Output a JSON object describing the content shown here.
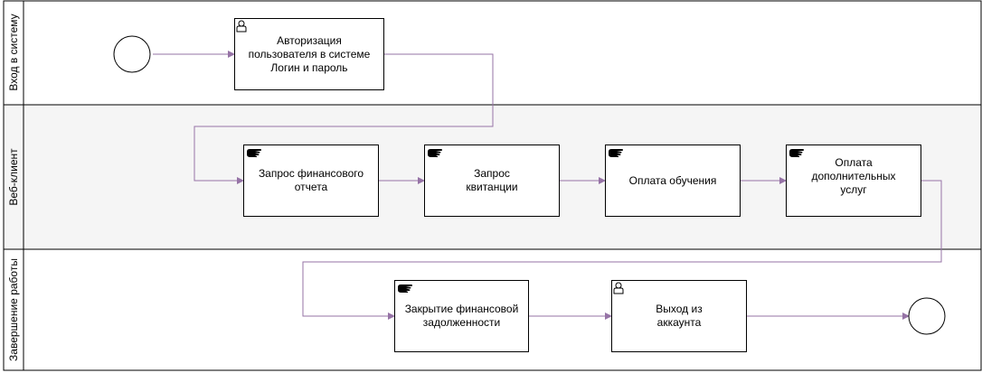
{
  "diagram": {
    "lanes": [
      {
        "id": "lane1",
        "label": "Вход  в систему"
      },
      {
        "id": "lane2",
        "label": "Веб-клиент"
      },
      {
        "id": "lane3",
        "label": "Завершение работы"
      }
    ],
    "tasks": [
      {
        "id": "t1",
        "label": "Авторизация\nпользователя в системе\nЛогин и пароль",
        "icon": "user-icon"
      },
      {
        "id": "t2",
        "label": "Запрос финансового\nотчета",
        "icon": "hand-icon"
      },
      {
        "id": "t3",
        "label": "Запрос\nквитанции",
        "icon": "hand-icon"
      },
      {
        "id": "t4",
        "label": "Оплата обучения",
        "icon": "hand-icon"
      },
      {
        "id": "t5",
        "label": "Оплата дополнительных\nуслуг",
        "icon": "hand-icon"
      },
      {
        "id": "t6",
        "label": "Закрытие финансовой\nзадолженности",
        "icon": "hand-icon"
      },
      {
        "id": "t7",
        "label": "Выход из\nаккаунта",
        "icon": "user-icon"
      }
    ],
    "events": [
      {
        "id": "start",
        "type": "start"
      },
      {
        "id": "end",
        "type": "end"
      }
    ],
    "flows": [
      {
        "from": "start",
        "to": "t1"
      },
      {
        "from": "t1",
        "to": "t2"
      },
      {
        "from": "t2",
        "to": "t3"
      },
      {
        "from": "t3",
        "to": "t4"
      },
      {
        "from": "t4",
        "to": "t5"
      },
      {
        "from": "t5",
        "to": "t6"
      },
      {
        "from": "t6",
        "to": "t7"
      },
      {
        "from": "t7",
        "to": "end"
      }
    ],
    "colors": {
      "flow": "#9673a6",
      "lane_border": "#000000",
      "lane_middle_fill": "#f5f5f5"
    }
  }
}
